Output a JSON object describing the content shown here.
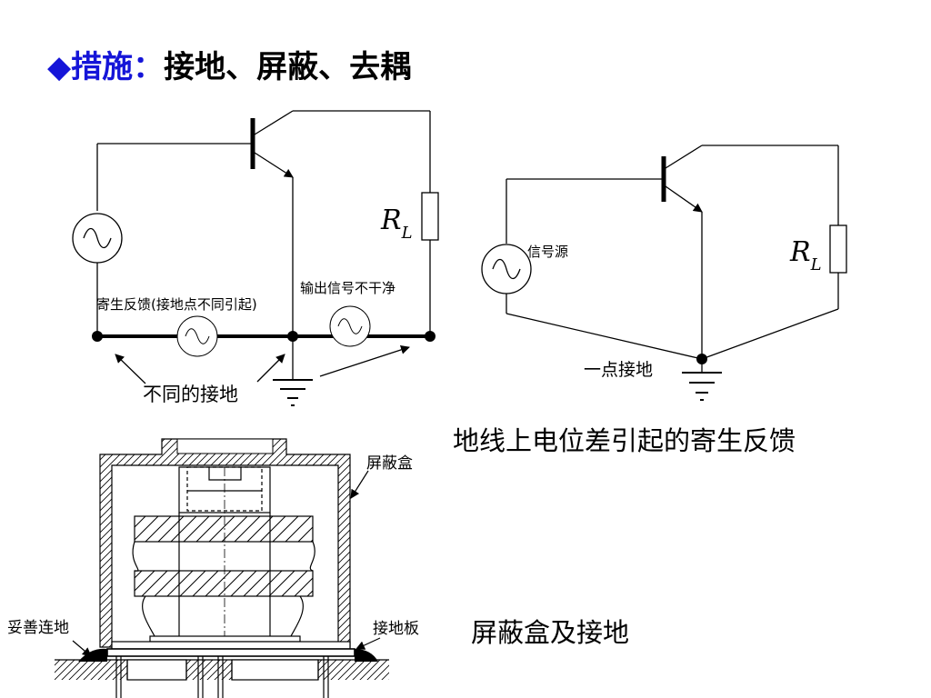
{
  "title": {
    "bullet": "◆",
    "prefix": "措施：",
    "text": "接地、屏蔽、去耦",
    "accent_color": "#1515d8"
  },
  "circuit_left": {
    "load_label": "R",
    "load_sub": "L",
    "feedback_label": "寄生反馈(接地点不同引起)",
    "output_label": "输出信号不干净",
    "ground_label": "不同的接地"
  },
  "circuit_right": {
    "source_label": "信号源",
    "load_label": "R",
    "load_sub": "L",
    "ground_label": "一点接地",
    "caption": "地线上电位差引起的寄生反馈"
  },
  "shield": {
    "box_label": "屏蔽盒",
    "proper_ground_label": "妥善连地",
    "ground_plate_label": "接地板",
    "caption": "屏蔽盒及接地"
  }
}
